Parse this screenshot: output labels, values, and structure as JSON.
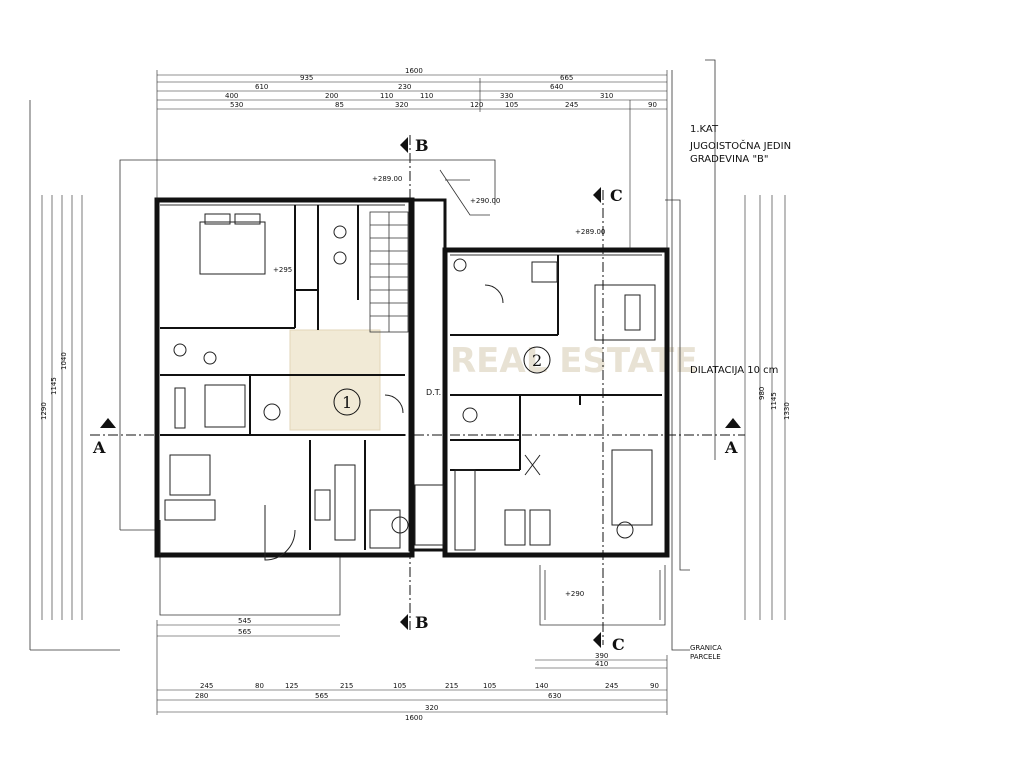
{
  "title": {
    "line1": "1.KAT",
    "line2": "JUGOISTOČNA JEDIN",
    "line3": "GRADEVINA \"B\""
  },
  "sections": {
    "a": "A",
    "b": "B",
    "c": "C"
  },
  "labels": {
    "dilatation": "DILATACIJA 10 cm",
    "boundary1": "GRANICA",
    "boundary2": "PARCELE",
    "dt": "D.T."
  },
  "units": {
    "u1": "1",
    "u2": "2"
  },
  "watermark": "REAL ESTATE",
  "levels": {
    "l1": "+289.00",
    "l2": "+290.00",
    "l3": "+289.00",
    "l4": "+295",
    "l5": "+290"
  },
  "dims": {
    "top_total": "1600",
    "top_a": "935",
    "top_b": "665",
    "top_c": [
      "610",
      "230",
      "640"
    ],
    "top_d": [
      "400",
      "200",
      "110",
      "110",
      "330",
      "310"
    ],
    "top_e": [
      "530",
      "85",
      "320",
      "120",
      "105",
      "245",
      "90"
    ],
    "bot_a": [
      "245",
      "80",
      "125",
      "215",
      "105",
      "215",
      "105",
      "140",
      "245",
      "90"
    ],
    "bot_b": [
      "280",
      "565",
      "320",
      "630"
    ],
    "bot_total": "1600",
    "under_left": [
      "545",
      "565"
    ],
    "under_right": [
      "390",
      "410"
    ],
    "left_tall": [
      "1290",
      "1145",
      "1040"
    ],
    "right_tall": [
      "1145",
      "980",
      "1330"
    ]
  }
}
